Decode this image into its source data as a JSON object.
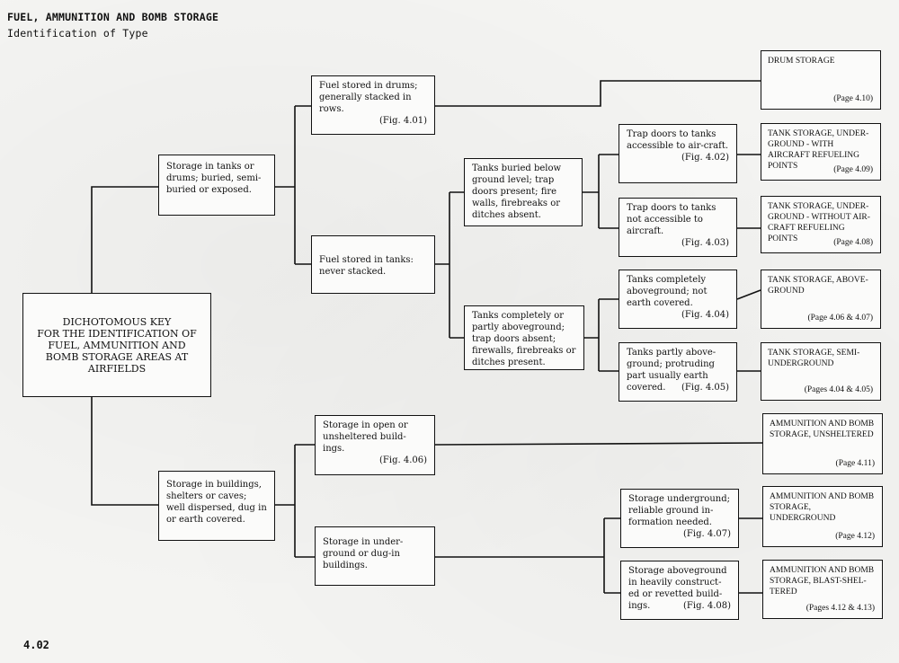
{
  "header": {
    "title": "FUEL, AMMUNITION AND BOMB STORAGE",
    "subtitle": "Identification of Type"
  },
  "page_number": "4.02",
  "root": {
    "line1": "DICHOTOMOUS KEY",
    "line2": "FOR THE IDENTIFICATION OF",
    "line3": "FUEL, AMMUNITION AND",
    "line4": "BOMB STORAGE AREAS AT AIRFIELDS"
  },
  "branches": {
    "tanks_drums": "Storage in tanks or drums; buried, semi-buried or exposed.",
    "buildings": "Storage in buildings, shelters or caves; well dispersed, dug in or earth covered."
  },
  "nodes": {
    "drums": {
      "text": "Fuel stored in drums; generally stacked in rows.",
      "fig": "(Fig. 4.01)"
    },
    "tanks": {
      "text": "Fuel stored in tanks: never stacked."
    },
    "buried": {
      "text": "Tanks buried below ground level; trap doors present; fire walls, firebreaks or ditches absent."
    },
    "above": {
      "text": "Tanks completely or partly aboveground; trap doors absent; firewalls, firebreaks or ditches present."
    },
    "trap_acc": {
      "text": "Trap doors to tanks accessible to air-craft.",
      "fig": "(Fig. 4.02)"
    },
    "trap_not": {
      "text": "Trap doors to tanks not accessible to aircraft.",
      "fig": "(Fig. 4.03)"
    },
    "complete": {
      "text": "Tanks completely aboveground; not earth covered.",
      "fig": "(Fig. 4.04)"
    },
    "partly": {
      "text": "Tanks partly above-ground; protruding part usually earth covered.",
      "fig": "(Fig. 4.05)"
    },
    "open": {
      "text": "Storage in open or unsheltered build-ings.",
      "fig": "(Fig. 4.06)"
    },
    "under_dug": {
      "text": "Storage in under-ground or dug-in buildings."
    },
    "underground": {
      "text": "Storage underground; reliable ground in-formation needed.",
      "fig": "(Fig. 4.07)"
    },
    "heavy": {
      "text": "Storage aboveground in heavily construct-ed or revetted build-ings.",
      "fig": "(Fig. 4.08)"
    }
  },
  "results": {
    "drum": {
      "title": "DRUM STORAGE",
      "page": "(Page 4.10)"
    },
    "tank_ug_with": {
      "title": "TANK STORAGE, UNDER-GROUND - WITH AIRCRAFT REFUELING POINTS",
      "page": "(Page 4.09)"
    },
    "tank_ug_without": {
      "title": "TANK STORAGE, UNDER-GROUND - WITHOUT AIR-CRAFT REFUELING POINTS",
      "page": "(Page 4.08)"
    },
    "tank_above": {
      "title": "TANK STORAGE, ABOVE-GROUND",
      "page": "(Page 4.06 & 4.07)"
    },
    "tank_semi": {
      "title": "TANK STORAGE, SEMI-UNDERGROUND",
      "page": "(Pages 4.04 & 4.05)"
    },
    "ammo_unsheltered": {
      "title": "AMMUNITION AND BOMB STORAGE, UNSHELTERED",
      "page": "(Page 4.11)"
    },
    "ammo_underground": {
      "title": "AMMUNITION AND BOMB STORAGE, UNDERGROUND",
      "page": "(Page 4.12)"
    },
    "ammo_blast": {
      "title": "AMMUNITION AND BOMB STORAGE, BLAST-SHEL-TERED",
      "page": "(Pages 4.12 & 4.13)"
    }
  }
}
